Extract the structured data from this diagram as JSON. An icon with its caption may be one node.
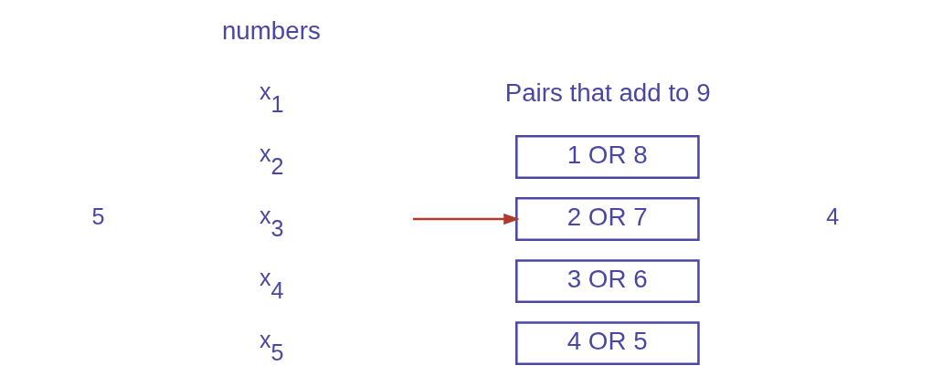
{
  "diagram": {
    "nodes": [
      {
        "text": [
          "1 OR 8"
        ]
      },
      {
        "text": [
          "2 OR 7"
        ]
      },
      {
        "text": [
          "3 OR 6"
        ]
      },
      {
        "text": [
          "4 OR 5"
        ]
      }
    ],
    "edges": [
      {
        "from": null,
        "to": 1,
        "arrow": "to",
        "color": "#b03a2e"
      }
    ],
    "labels": [
      "numbers",
      "Pairs that add to 9",
      "x$_{1}$",
      "x$_{2}$",
      "5",
      "x$_{3}$",
      "x$_{4}$",
      "x$_{5}$",
      "4"
    ]
  }
}
